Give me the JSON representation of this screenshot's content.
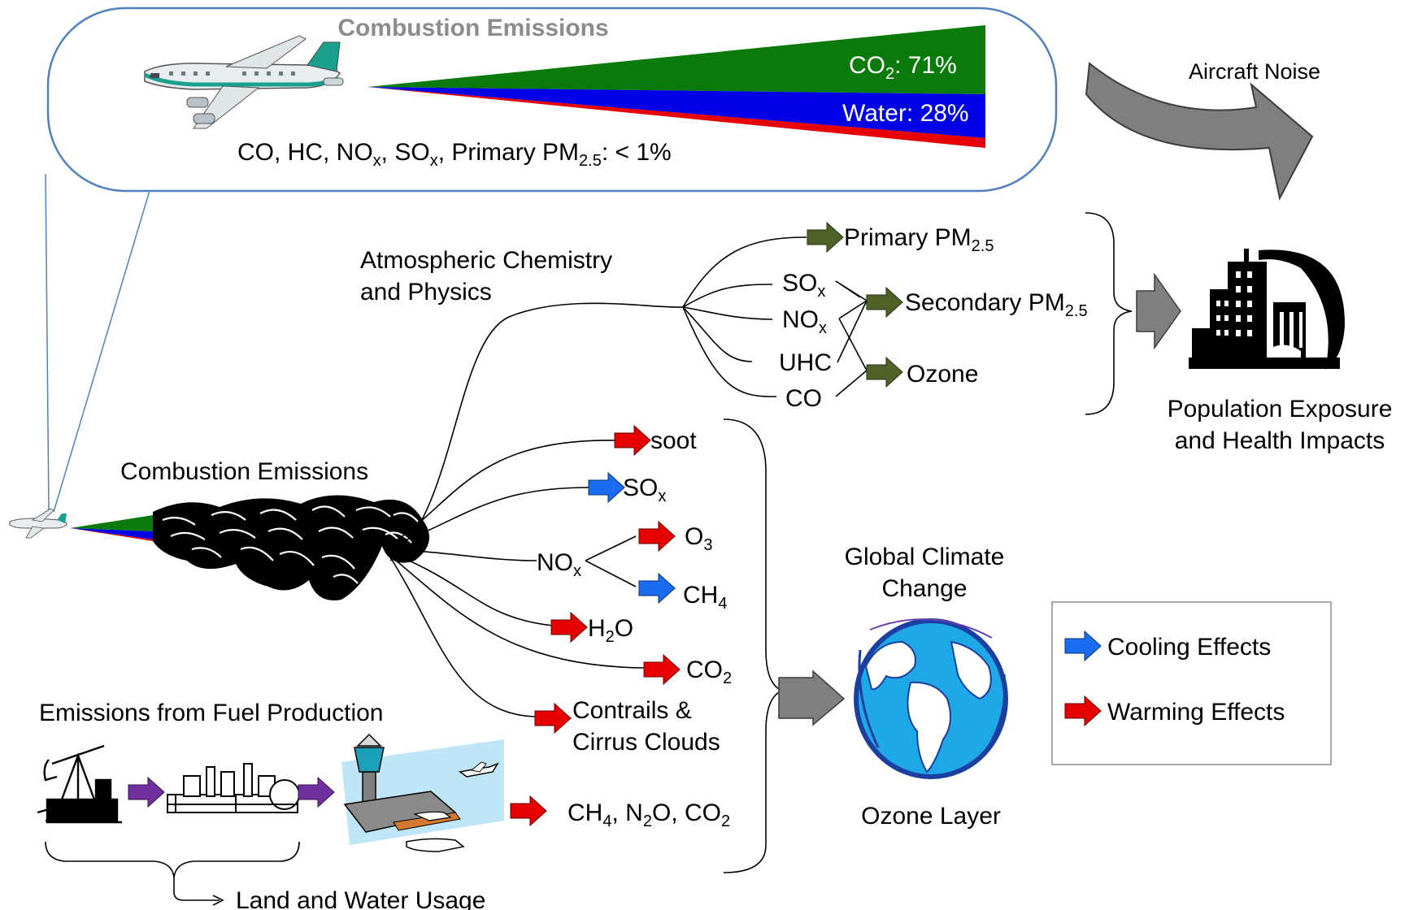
{
  "colors": {
    "co2_green": "#0a7a0a",
    "water_blue": "#0000e6",
    "other_red": "#e60000",
    "cooling_blue": "#1a6cf0",
    "warming_red": "#e60000",
    "olive_arrow": "#4f6228",
    "grey_arrow": "#7f7f7f",
    "purple_arrow": "#7030a0",
    "callout_border": "#4f81bd"
  },
  "callout": {
    "title": "Combustion Emissions",
    "co2": {
      "chem": "CO",
      "sub": "2",
      "tail": ": 71%",
      "fraction": 0.71
    },
    "water": {
      "label": "Water: 28%",
      "fraction": 0.28
    },
    "other": {
      "seg1": "CO, HC, NO",
      "sub1": "x",
      "seg2": ", SO",
      "sub2": "x",
      "seg3": ", Primary PM",
      "sub3": "2.5",
      "seg4": ": < 1%",
      "fraction": 0.01
    }
  },
  "noise": {
    "label": "Aircraft Noise"
  },
  "atmos": {
    "line1": "Atmospheric Chemistry",
    "line2": "and Physics"
  },
  "air_quality": {
    "primary": {
      "main": "Primary PM",
      "sub": "2.5"
    },
    "sox": {
      "main": "SO",
      "sub": "x"
    },
    "nox": {
      "main": "NO",
      "sub": "x"
    },
    "uhc": "UHC",
    "co": "CO",
    "secondary": {
      "main": "Secondary PM",
      "sub": "2.5"
    },
    "ozone": "Ozone"
  },
  "health": {
    "line1": "Population Exposure",
    "line2": "and Health Impacts"
  },
  "plume": {
    "label": "Combustion Emissions"
  },
  "climate": {
    "soot": "soot",
    "sox": {
      "main": "SO",
      "sub": "x"
    },
    "nox": {
      "main": "NO",
      "sub": "x"
    },
    "o3": {
      "main": "O",
      "sub": "3"
    },
    "ch4": {
      "main": "CH",
      "sub": "4"
    },
    "h2o": {
      "pre": "H",
      "sub": "2",
      "post": "O"
    },
    "co2": {
      "main": "CO",
      "sub": "2"
    },
    "contrails": {
      "line1": "Contrails &",
      "line2": "Cirrus Clouds"
    },
    "fuel_ghg": {
      "a": "CH",
      "as": "4",
      "b": ", N",
      "bs": "2",
      "c": "O, CO",
      "cs": "2"
    }
  },
  "global": {
    "line1": "Global Climate",
    "line2": "Change",
    "ozone_layer": "Ozone Layer"
  },
  "fuel": {
    "title": "Emissions from Fuel Production",
    "land": "Land and Water Usage"
  },
  "legend": {
    "cooling": "Cooling Effects",
    "warming": "Warming Effects"
  }
}
